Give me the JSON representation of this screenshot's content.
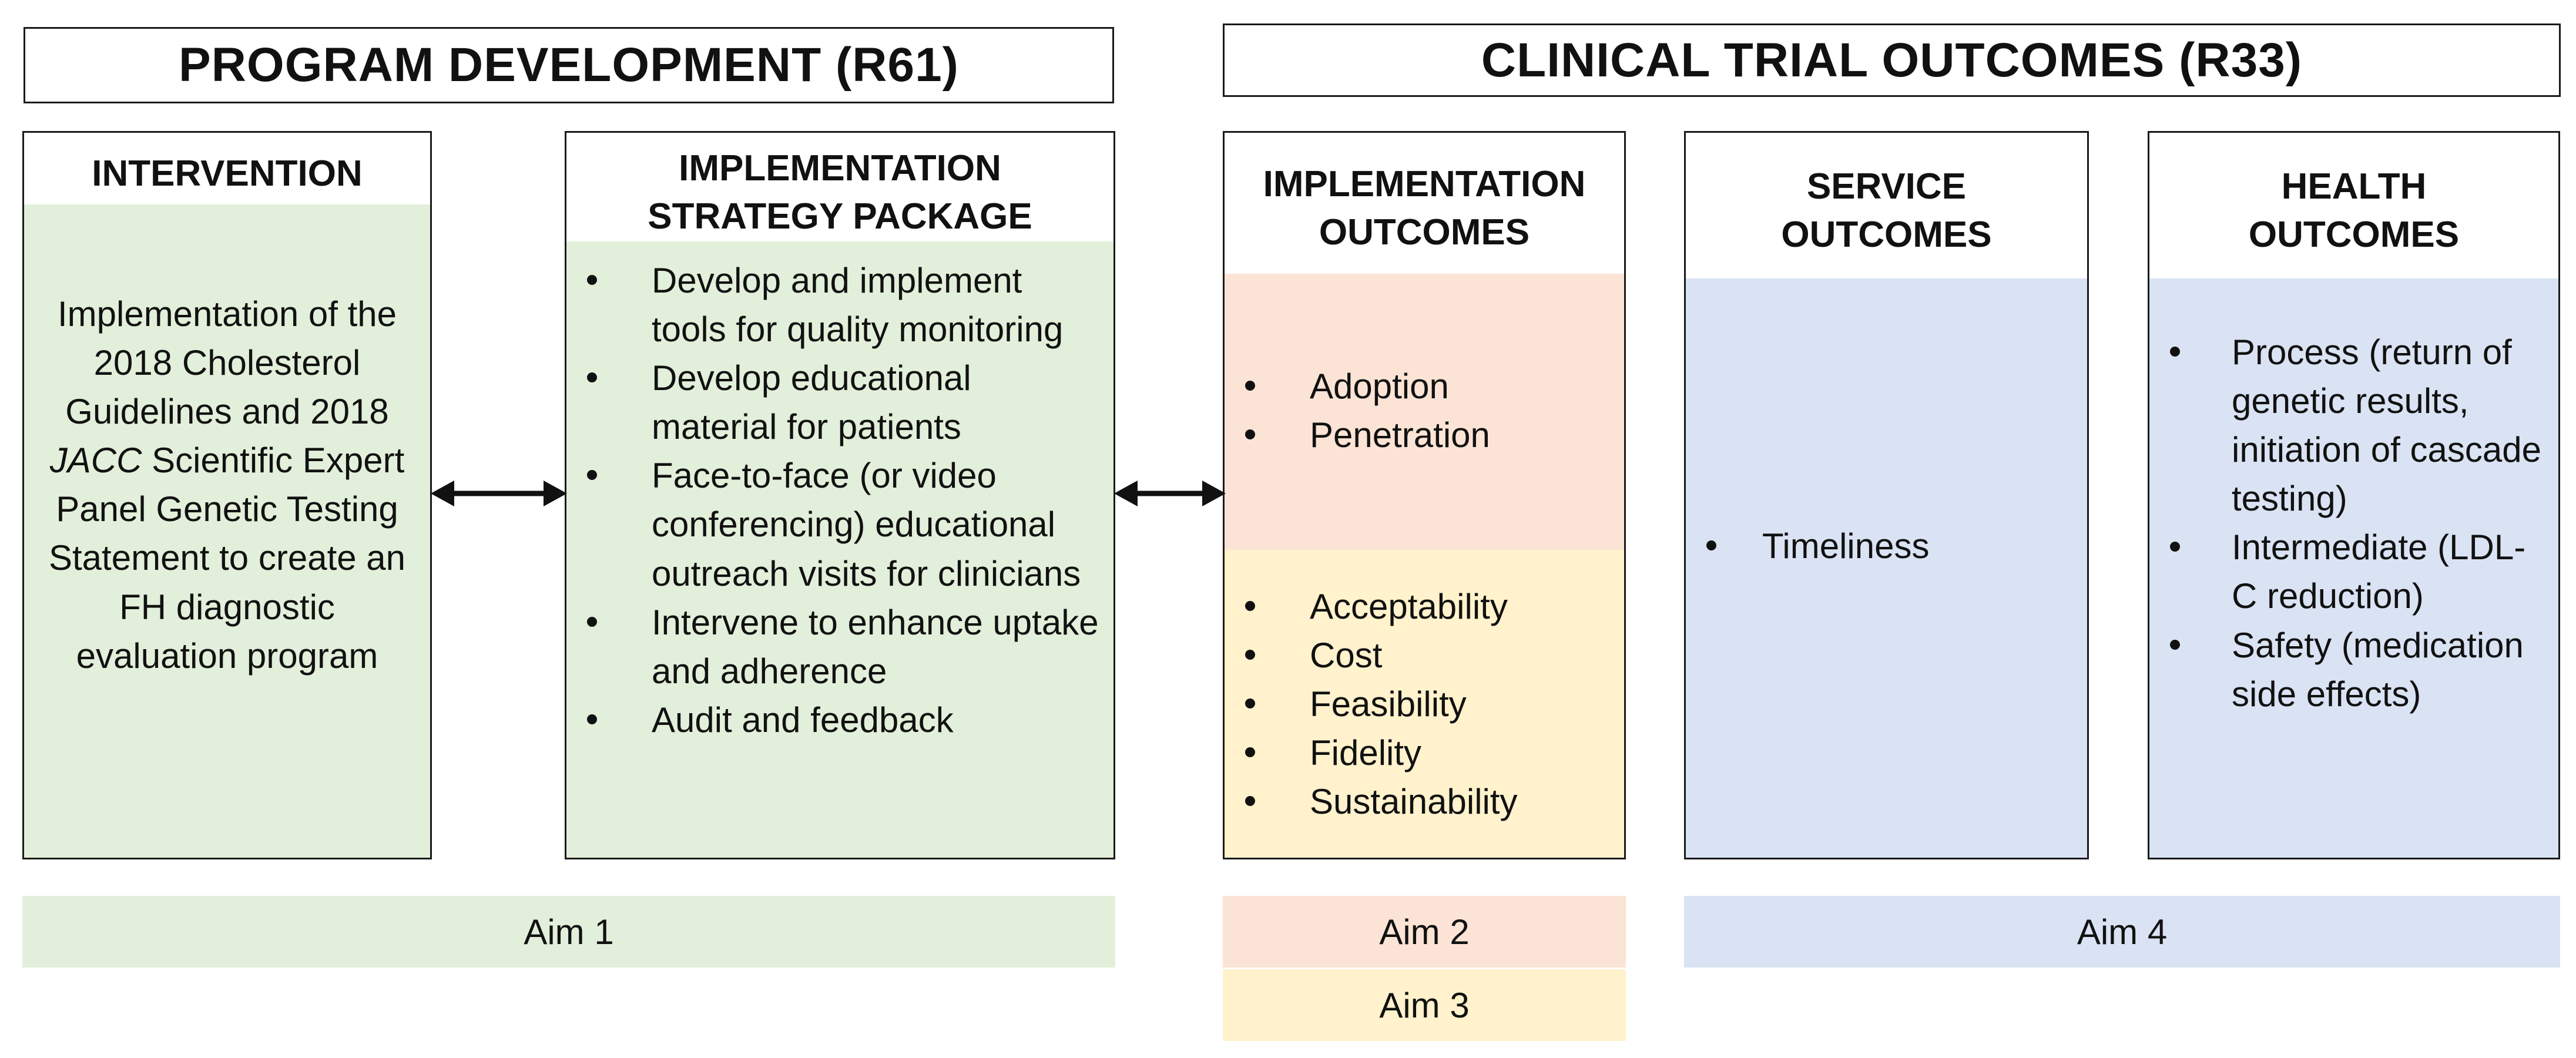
{
  "sections": {
    "program_development": "PROGRAM DEVELOPMENT (R61)",
    "clinical_trial_outcomes": "CLINICAL TRIAL OUTCOMES (R33)"
  },
  "colors": {
    "green": "#e2efda",
    "peach": "#fbe4d5",
    "yellow": "#fff2cc",
    "blue": "#dae3f3",
    "border": "#1a1a1a"
  },
  "intervention": {
    "title": "INTERVENTION",
    "text_before": "Implementation of the 2018 Cholesterol Guidelines and 2018 ",
    "text_italic": "JACC",
    "text_after": " Scientific Expert Panel Genetic Testing Statement to create an FH diagnostic evaluation program"
  },
  "strategy": {
    "title": "IMPLEMENTATION\nSTRATEGY PACKAGE",
    "items": [
      "Develop and implement tools for quality monitoring",
      "Develop educational material for patients",
      "Face-to-face (or video conferencing) educational outreach visits for clinicians",
      "Intervene to enhance uptake and adherence",
      "Audit and feedback"
    ]
  },
  "implementation_outcomes": {
    "title": "IMPLEMENTATION\nOUTCOMES",
    "group1": [
      "Adoption",
      "Penetration"
    ],
    "group2": [
      "Acceptability",
      "Cost",
      "Feasibility",
      "Fidelity",
      "Sustainability"
    ]
  },
  "service_outcomes": {
    "title": "SERVICE\nOUTCOMES",
    "items": [
      "Timeliness"
    ]
  },
  "health_outcomes": {
    "title": "HEALTH\nOUTCOMES",
    "items": [
      "Process (return of genetic results, initiation of cascade testing)",
      "Intermediate (LDL-C reduction)",
      "Safety (medication side effects)"
    ]
  },
  "aims": {
    "aim1": "Aim 1",
    "aim2": "Aim 2",
    "aim3": "Aim 3",
    "aim4": "Aim 4"
  }
}
